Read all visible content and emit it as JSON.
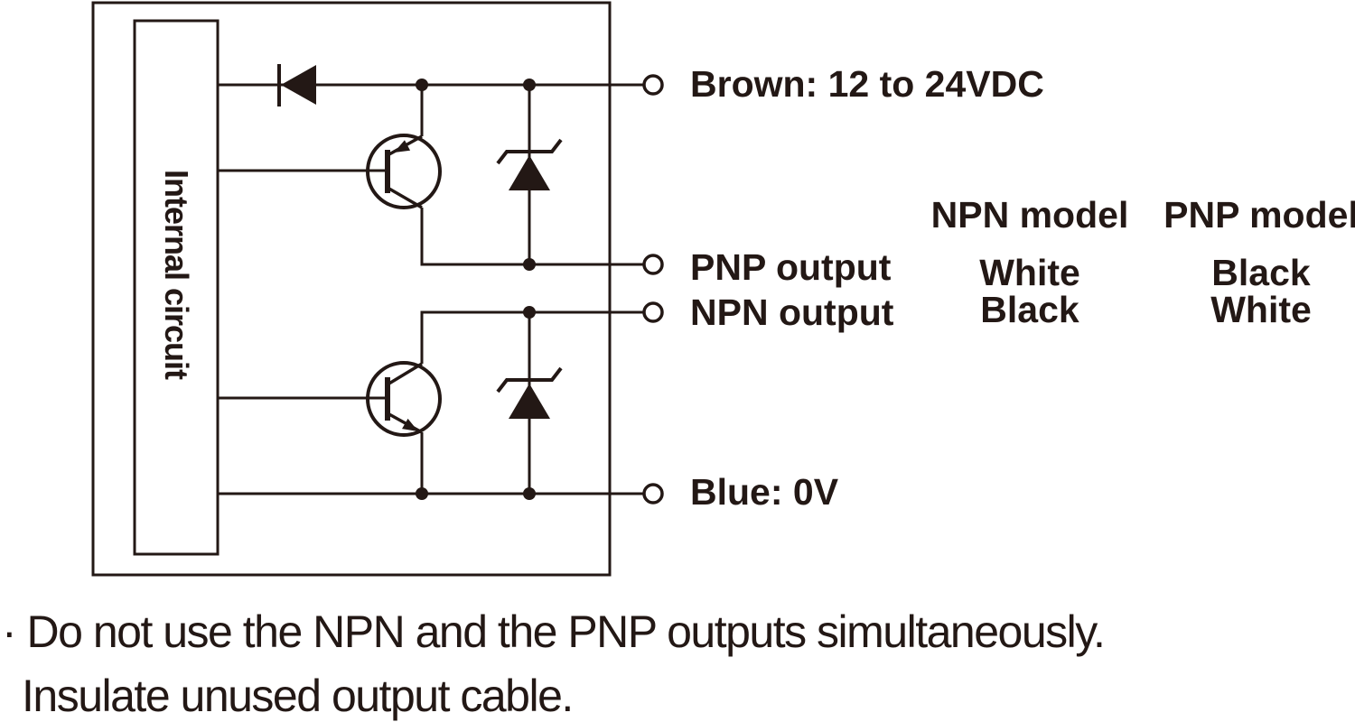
{
  "colors": {
    "ink": "#231815",
    "paper": "#ffffff"
  },
  "diagram": {
    "internal_circuit_label": "Internal circuit",
    "labels": {
      "brown": "Brown: 12 to 24VDC",
      "pnp_output": "PNP output",
      "npn_output": "NPN output",
      "blue": "Blue: 0V"
    },
    "wire_table": {
      "headers": [
        "NPN model",
        "PNP model"
      ],
      "rows": [
        [
          "White",
          "Black"
        ],
        [
          "Black",
          "White"
        ]
      ]
    }
  },
  "notes": {
    "line1": "· Do not use the NPN and the PNP outputs simultaneously.",
    "line2": "Insulate unused output cable."
  }
}
